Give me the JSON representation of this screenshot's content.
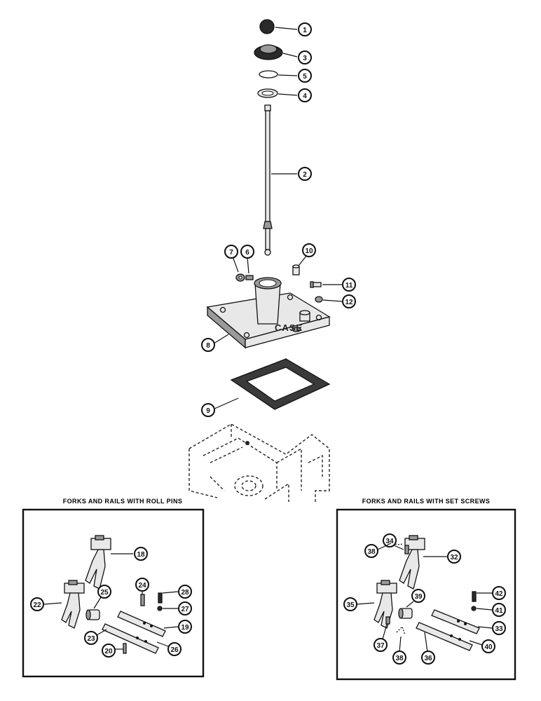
{
  "insets": {
    "left_title": "FORKS AND RAILS WITH ROLL PINS",
    "right_title": "FORKS AND RAILS WITH SET SCREWS"
  },
  "cover_logo": "CASE",
  "callouts": {
    "c1": "1",
    "c3": "3",
    "c5": "5",
    "c4": "4",
    "c2": "2",
    "c7": "7",
    "c6": "6",
    "c10": "10",
    "c11": "11",
    "c12": "12",
    "c8": "8",
    "c9": "9",
    "c18": "18",
    "c22": "22",
    "c25": "25",
    "c24": "24",
    "c28": "28",
    "c27": "27",
    "c19": "19",
    "c23": "23",
    "c20": "20",
    "c26": "26",
    "c34": "34",
    "c38a": "38",
    "c32": "32",
    "c35": "35",
    "c39": "39",
    "c42": "42",
    "c41": "41",
    "c33": "33",
    "c37": "37",
    "c38b": "38",
    "c36": "36",
    "c40": "40"
  }
}
